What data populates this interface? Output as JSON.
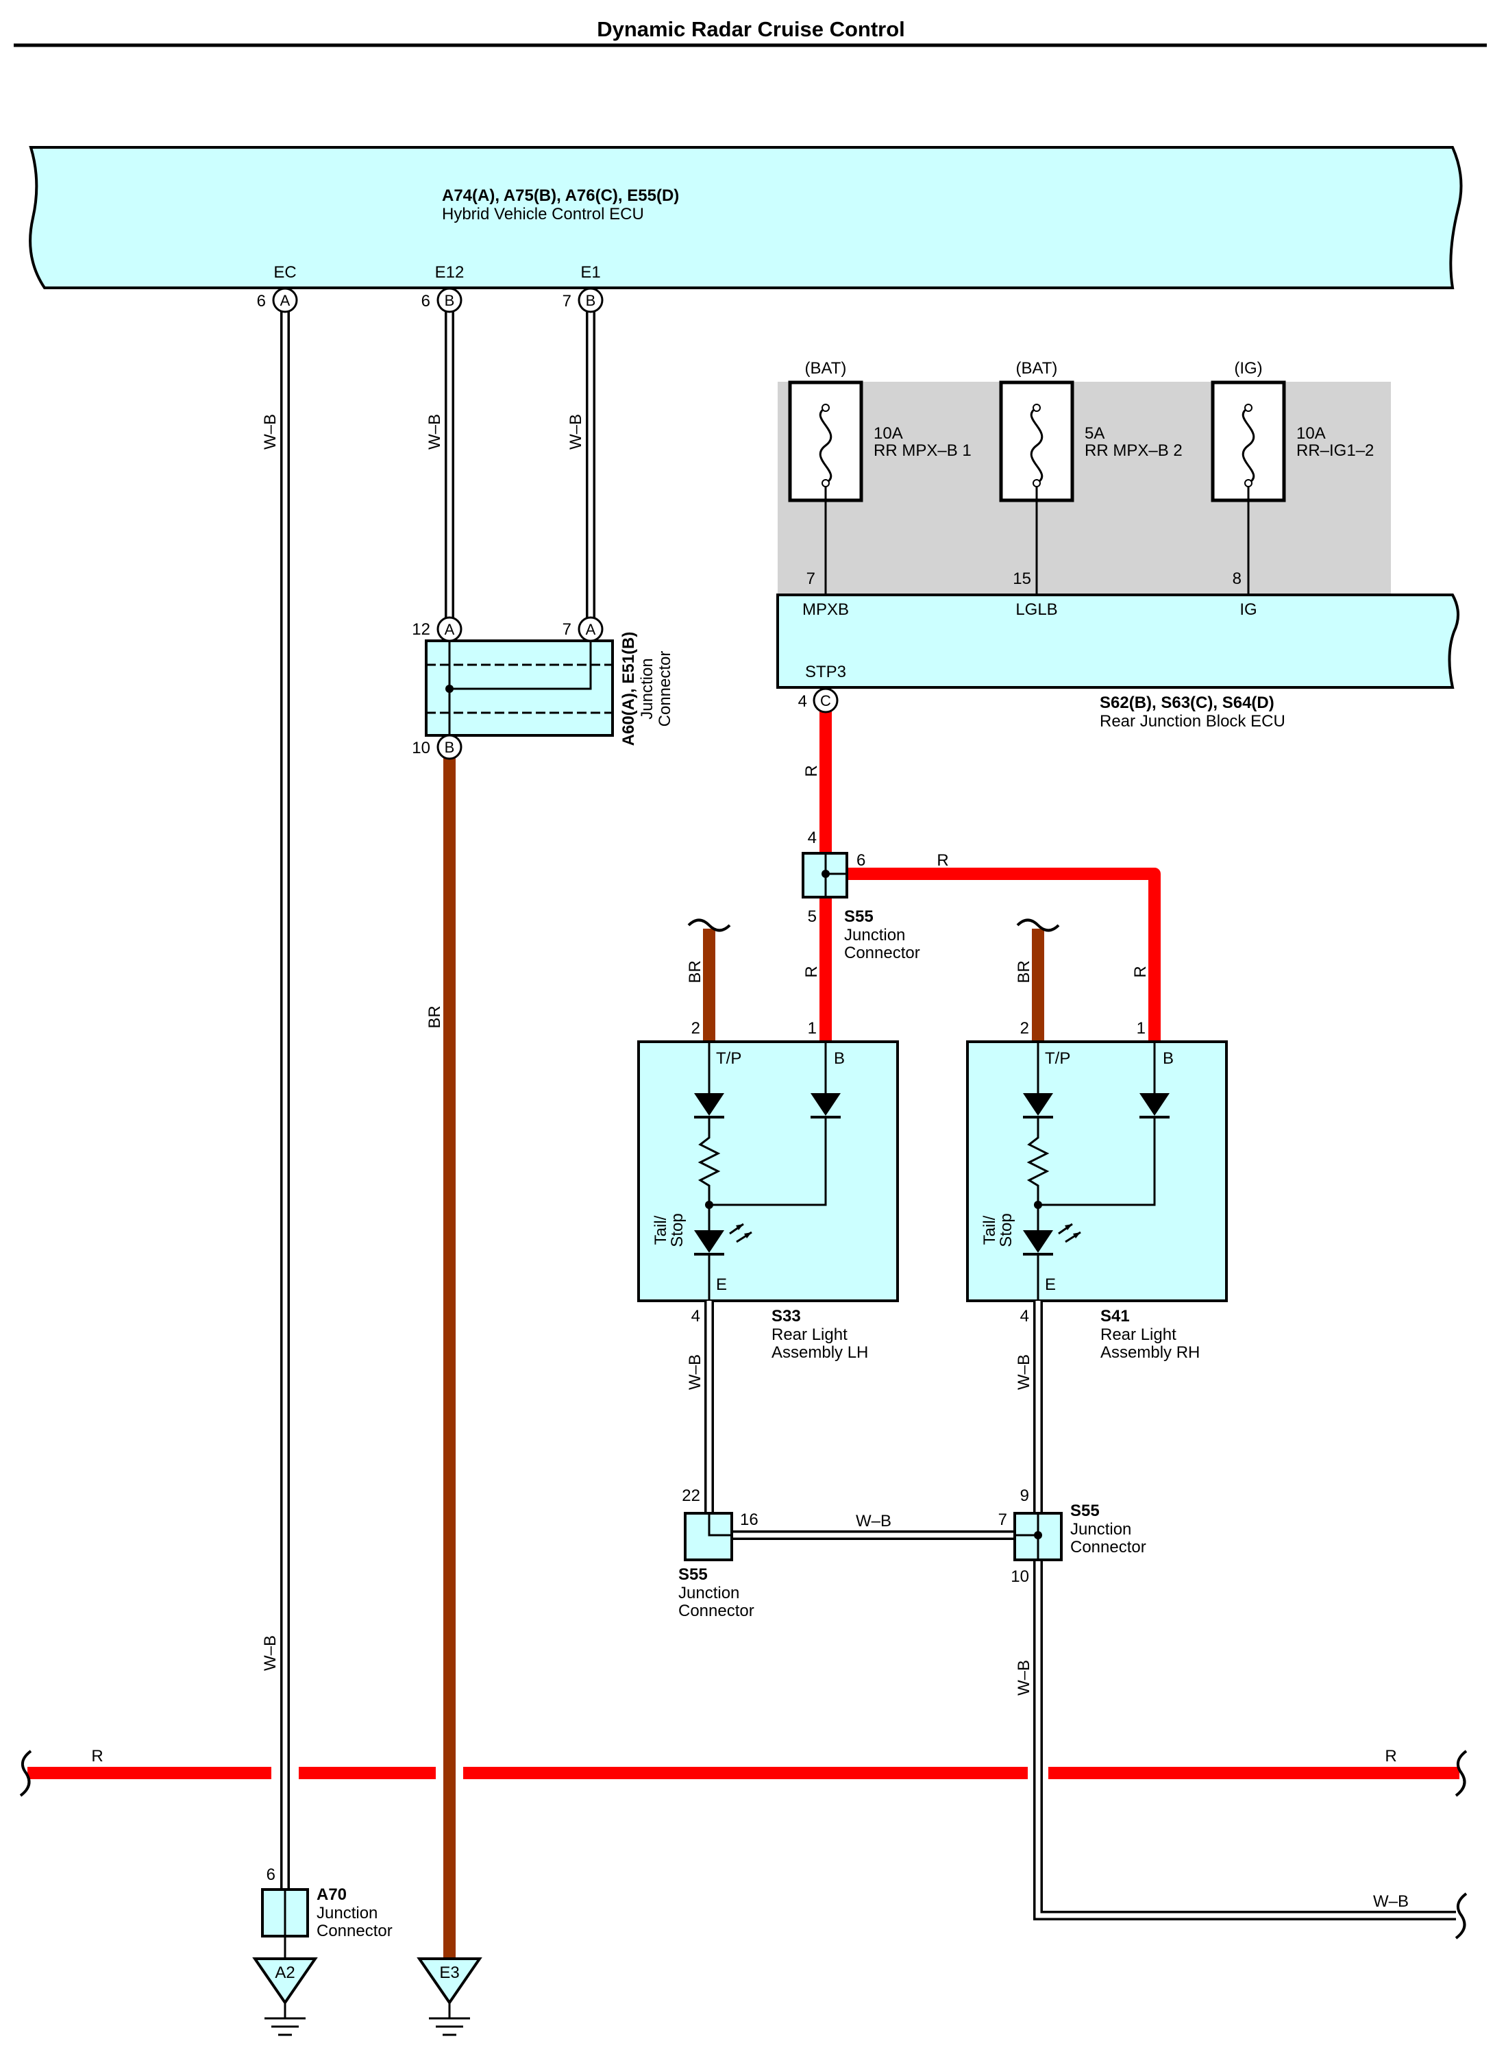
{
  "title": "Dynamic Radar Cruise Control",
  "colors": {
    "ecu_fill": "#ccffff",
    "red_wire": "#ff0000",
    "brown_wire": "#993300",
    "fuse_area": "#d3d3d3"
  },
  "hv_ecu": {
    "codes": "A74(A), A75(B), A76(C), E55(D)",
    "name": "Hybrid Vehicle Control ECU",
    "pins": [
      {
        "label": "EC",
        "num": "6",
        "conn": "A",
        "wire": "W–B"
      },
      {
        "label": "E12",
        "num": "6",
        "conn": "B",
        "wire": "W–B"
      },
      {
        "label": "E1",
        "num": "7",
        "conn": "B",
        "wire": "W–B"
      }
    ]
  },
  "fuses": [
    {
      "supply": "(BAT)",
      "rating": "10A",
      "name": "RR MPX–B 1",
      "pin": "7",
      "terminal": "MPXB"
    },
    {
      "supply": "(BAT)",
      "rating": "5A",
      "name": "RR MPX–B 2",
      "pin": "15",
      "terminal": "LGLB"
    },
    {
      "supply": "(IG)",
      "rating": "10A",
      "name": "RR–IG1–2",
      "pin": "8",
      "terminal": "IG"
    }
  ],
  "rear_jb": {
    "codes": "S62(B), S63(C), S64(D)",
    "name": "Rear Junction Block ECU",
    "out_terminal": "STP3",
    "out_pin": "4",
    "out_conn": "C"
  },
  "junction_a60": {
    "codes": "A60(A), E51(B)",
    "name_line1": "Junction",
    "name_line2": "Connector",
    "pin_in1": "12",
    "pin_in1_conn": "A",
    "pin_in2": "7",
    "pin_in2_conn": "A",
    "pin_out": "10",
    "pin_out_conn": "B"
  },
  "s55_top": {
    "code": "S55",
    "line1": "Junction",
    "line2": "Connector",
    "pin_in": "4",
    "pin_right": "6",
    "pin_down": "5"
  },
  "s55_left": {
    "code": "S55",
    "line1": "Junction",
    "line2": "Connector",
    "pin_in": "22",
    "pin_right": "16"
  },
  "s55_right": {
    "code": "S55",
    "line1": "Junction",
    "line2": "Connector",
    "pin_in": "9",
    "pin_left": "7",
    "pin_out": "10"
  },
  "a70": {
    "code": "A70",
    "line1": "Junction",
    "line2": "Connector",
    "pin": "6"
  },
  "grounds": [
    "A2",
    "E3"
  ],
  "lamps": [
    {
      "code": "S33",
      "line1": "Rear Light",
      "line2": "Assembly LH",
      "pin_tp": "2",
      "pin_b": "1",
      "pin_e": "4",
      "t_tp": "T/P",
      "t_b": "B",
      "t_e": "E",
      "tail": "Tail/",
      "stop": "Stop"
    },
    {
      "code": "S41",
      "line1": "Rear Light",
      "line2": "Assembly RH",
      "pin_tp": "2",
      "pin_b": "1",
      "pin_e": "4",
      "t_tp": "T/P",
      "t_b": "B",
      "t_e": "E",
      "tail": "Tail/",
      "stop": "Stop"
    }
  ],
  "wires": {
    "wb": "W–B",
    "r": "R",
    "br": "BR"
  }
}
